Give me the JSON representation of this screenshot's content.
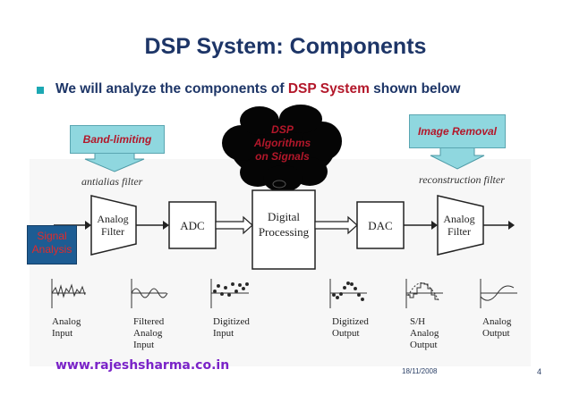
{
  "slide": {
    "title": "DSP System: Components",
    "subtitle_prefix": "We will analyze the components of ",
    "subtitle_highlight": "DSP System",
    "subtitle_suffix": " shown below"
  },
  "callouts": {
    "band_limiting": "Band-limiting",
    "image_removal": "Image Removal",
    "signal_analysis_line1": "Signal",
    "signal_analysis_line2": "Analysis",
    "dsp_line1": "DSP",
    "dsp_line2": "Algorithms",
    "dsp_line3": "on Signals"
  },
  "diagram": {
    "antialias_label": "antialias filter",
    "reconstruction_label": "reconstruction filter",
    "blocks": {
      "analog_filter_in": [
        "Analog",
        "Filter"
      ],
      "adc": "ADC",
      "digital_processing": [
        "Digital",
        "Processing"
      ],
      "dac": "DAC",
      "analog_filter_out": [
        "Analog",
        "Filter"
      ]
    },
    "waveforms": [
      {
        "lines": [
          "Analog",
          "Input"
        ]
      },
      {
        "lines": [
          "Filtered",
          "Analog",
          "Input"
        ]
      },
      {
        "lines": [
          "Digitized",
          "Input"
        ]
      },
      {
        "lines": [
          "Digitized",
          "Output"
        ]
      },
      {
        "lines": [
          "S/H",
          "Analog",
          "Output"
        ]
      },
      {
        "lines": [
          "Analog",
          "Output"
        ]
      }
    ]
  },
  "footer": {
    "website": "www.rajeshsharma.co.in",
    "date": "18/11/2008",
    "page": "4"
  },
  "colors": {
    "title": "#1d3567",
    "highlight": "#b3172a",
    "callout_fill": "#8fd7df",
    "signal_box": "#1d5c93",
    "website": "#7a23c8"
  }
}
